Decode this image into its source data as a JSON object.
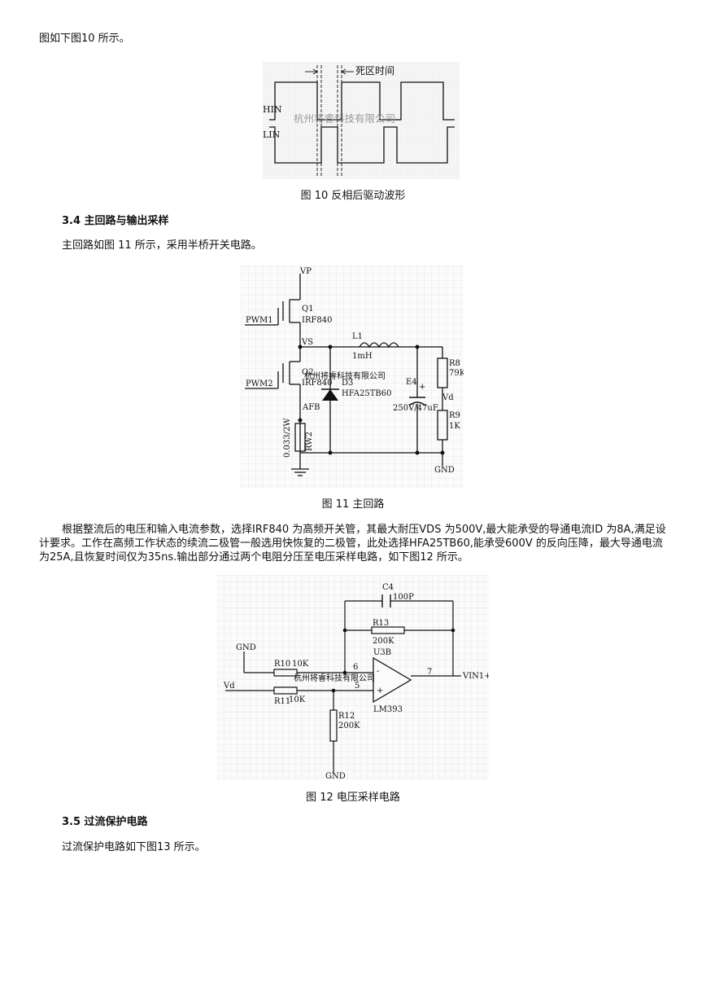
{
  "p_intro": "图如下图10 所示。",
  "fig10": {
    "caption": "图 10 反相后驱动波形",
    "dead_time_label": "死区时间",
    "hin": "HIN",
    "lin": "LIN",
    "watermark": "杭州将睿科技有限公司"
  },
  "sec34": {
    "title": "3.4 主回路与输出采样",
    "text": "主回路如图 11 所示，采用半桥开关电路。"
  },
  "fig11": {
    "caption": "图 11 主回路",
    "vp": "VP",
    "vs": "VS",
    "afb": "AFB",
    "gnd": "GND",
    "vd": "Vd",
    "q1": "Q1",
    "q1_part": "IRF840",
    "q2": "Q2",
    "q2_part": "IRF840",
    "pwm1": "PWM1",
    "pwm2": "PWM2",
    "l1": "L1",
    "l1_val": "1mH",
    "d3": "D3",
    "d3_part": "HFA25TB60",
    "e4": "E4",
    "e4_val": "250V/47uF",
    "e4_plus": "+",
    "r8": "R8",
    "r8_val": "79K",
    "r9": "R9",
    "r9_val": "1K",
    "rw2": "RW2",
    "rw2_val": "0.033/2W",
    "watermark": "杭州将睿科技有限公司"
  },
  "p_body": "根据整流后的电压和输入电流参数，选择IRF840 为高频开关管，其最大耐压VDS 为500V,最大能承受的导通电流ID 为8A,满足设计要求。工作在高频工作状态的续流二极管一般选用快恢复的二极管，此处选择HFA25TB60,能承受600V 的反向压降，最大导通电流为25A,且恢复时间仅为35ns.输出部分通过两个电阻分压至电压采样电路，如下图12 所示。",
  "fig12": {
    "caption": "图 12 电压采样电路",
    "c4": "C4",
    "c4_val": "100P",
    "r13": "R13",
    "r13_val": "200K",
    "u3b": "U3B",
    "lm": "LM393",
    "r10": "R10",
    "r10_val": "10K",
    "r11": "R11",
    "r11_val": "10K",
    "r12": "R12",
    "r12_val": "200K",
    "gnd_top": "GND",
    "gnd_bottom": "GND",
    "vd": "Vd",
    "vin": "VIN1+",
    "pin6": "6",
    "pin5": "5",
    "pin7": "7",
    "minus": "-",
    "plus": "+",
    "watermark": "杭州将睿科技有限公司"
  },
  "sec35": {
    "title": "3.5 过流保护电路",
    "text": "过流保护电路如下图13 所示。"
  }
}
